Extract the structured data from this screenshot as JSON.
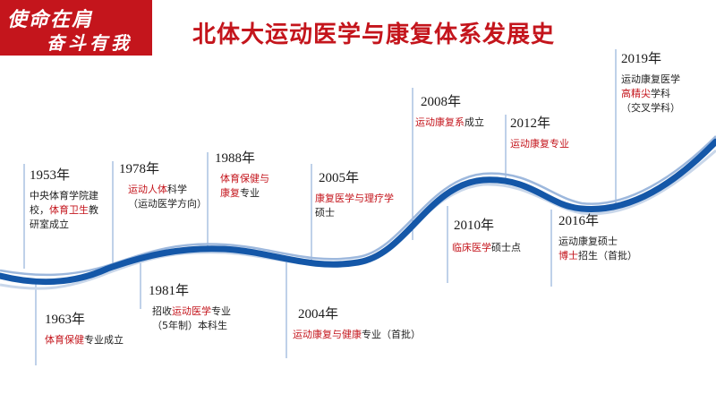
{
  "badge": {
    "line1": "使命在肩",
    "line2": "奋斗有我"
  },
  "title": "北体大运动医学与康复体系发展史",
  "colors": {
    "accent": "#c4151c",
    "curve": "#1457a8",
    "curve_light": "#9db8dd",
    "vline": "#7fa3d3"
  },
  "events": [
    {
      "year": "1953年",
      "text": [
        [
          {
            "t": "中央体育学院建"
          }
        ],
        [
          {
            "t": "校，"
          },
          {
            "t": "体育卫生",
            "hl": true
          },
          {
            "t": "教"
          }
        ],
        [
          {
            "t": "研室成立"
          }
        ]
      ]
    },
    {
      "year": "1963年",
      "text": [
        [
          {
            "t": "体育保健",
            "hl": true
          },
          {
            "t": "专业成立"
          }
        ]
      ]
    },
    {
      "year": "1978年",
      "text": [
        [
          {
            "t": "运动人体",
            "hl": true
          },
          {
            "t": "科学"
          }
        ],
        [
          {
            "t": "（运动医学方向）"
          }
        ]
      ]
    },
    {
      "year": "1981年",
      "text": [
        [
          {
            "t": "招收"
          },
          {
            "t": "运动医学",
            "hl": true
          },
          {
            "t": "专业"
          }
        ],
        [
          {
            "t": "（5年制）本科生"
          }
        ]
      ]
    },
    {
      "year": "1988年",
      "text": [
        [
          {
            "t": "体育保健与",
            "hl": true
          }
        ],
        [
          {
            "t": "康复",
            "hl": true
          },
          {
            "t": "专业"
          }
        ]
      ]
    },
    {
      "year": "2004年",
      "text": [
        [
          {
            "t": "运动康复与健康",
            "hl": true
          },
          {
            "t": "专业（首批）"
          }
        ]
      ]
    },
    {
      "year": "2005年",
      "text": [
        [
          {
            "t": "康复医学与理疗学",
            "hl": true
          }
        ],
        [
          {
            "t": "硕士"
          }
        ]
      ]
    },
    {
      "year": "2008年",
      "text": [
        [
          {
            "t": "运动康复系",
            "hl": true
          },
          {
            "t": "成立"
          }
        ]
      ]
    },
    {
      "year": "2010年",
      "text": [
        [
          {
            "t": "临床医学",
            "hl": true
          },
          {
            "t": "硕士点"
          }
        ]
      ]
    },
    {
      "year": "2012年",
      "text": [
        [
          {
            "t": "运动康复专业",
            "hl": true
          }
        ]
      ]
    },
    {
      "year": "2016年",
      "text": [
        [
          {
            "t": "运动康复硕士"
          }
        ],
        [
          {
            "t": "博士",
            "hl": true
          },
          {
            "t": "招生（首批）"
          }
        ]
      ]
    },
    {
      "year": "2019年",
      "text": [
        [
          {
            "t": "运动康复医学"
          }
        ],
        [
          {
            "t": "高精尖",
            "hl": true
          },
          {
            "t": "学科"
          }
        ],
        [
          {
            "t": "（交叉学科）"
          }
        ]
      ]
    }
  ]
}
